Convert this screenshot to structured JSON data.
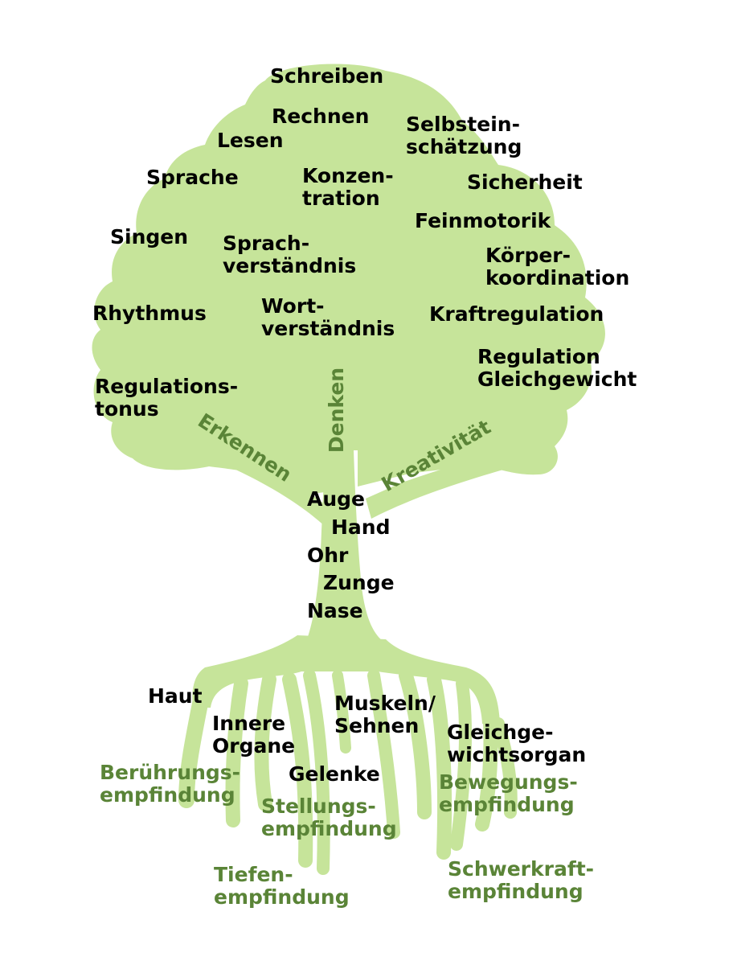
{
  "colors": {
    "tree_fill": "#c6e49a",
    "text_dark": "#000000",
    "text_green": "#5a8437",
    "background": "#ffffff"
  },
  "crown": {
    "schreiben": "Schreiben",
    "rechnen": "Rechnen",
    "lesen": "Lesen",
    "selbsteinschaetzung": [
      "Selbstein-",
      "schätzung"
    ],
    "sprache": "Sprache",
    "konzentration": [
      "Konzen-",
      "tration"
    ],
    "sicherheit": "Sicherheit",
    "feinmotorik": "Feinmotorik",
    "singen": "Singen",
    "sprachverstaendnis": [
      "Sprach-",
      "verständnis"
    ],
    "koerperkoordination": [
      "Körper-",
      "koordination"
    ],
    "rhythmus": "Rhythmus",
    "wortverstaendnis": [
      "Wort-",
      "verständnis"
    ],
    "kraftregulation": "Kraftregulation",
    "regulation_gleichgewicht": [
      "Regulation",
      "Gleichgewicht"
    ],
    "regulationstonus": [
      "Regulations-",
      "tonus"
    ]
  },
  "branches": {
    "erkennen": "Erkennen",
    "denken": "Denken",
    "kreativitaet": "Kreativität"
  },
  "trunk": {
    "auge": "Auge",
    "hand": "Hand",
    "ohr": "Ohr",
    "zunge": "Zunge",
    "nase": "Nase"
  },
  "roots": {
    "haut": "Haut",
    "innere_organe": [
      "Innere",
      "Organe"
    ],
    "muskeln_sehnen": [
      "Muskeln/",
      "Sehnen"
    ],
    "gleichgewichtsorgan": [
      "Gleichge-",
      "wichtsorgan"
    ],
    "gelenke": "Gelenke"
  },
  "senses": {
    "beruehrungsempfindung": [
      "Berührungs-",
      "empfindung"
    ],
    "stellungsempfindung": [
      "Stellungs-",
      "empfindung"
    ],
    "bewegungsempfindung": [
      "Bewegungs-",
      "empfindung"
    ],
    "tiefenempfindung": [
      "Tiefen-",
      "empfindung"
    ],
    "schwerkraftempfindung": [
      "Schwerkraft-",
      "empfindung"
    ]
  }
}
